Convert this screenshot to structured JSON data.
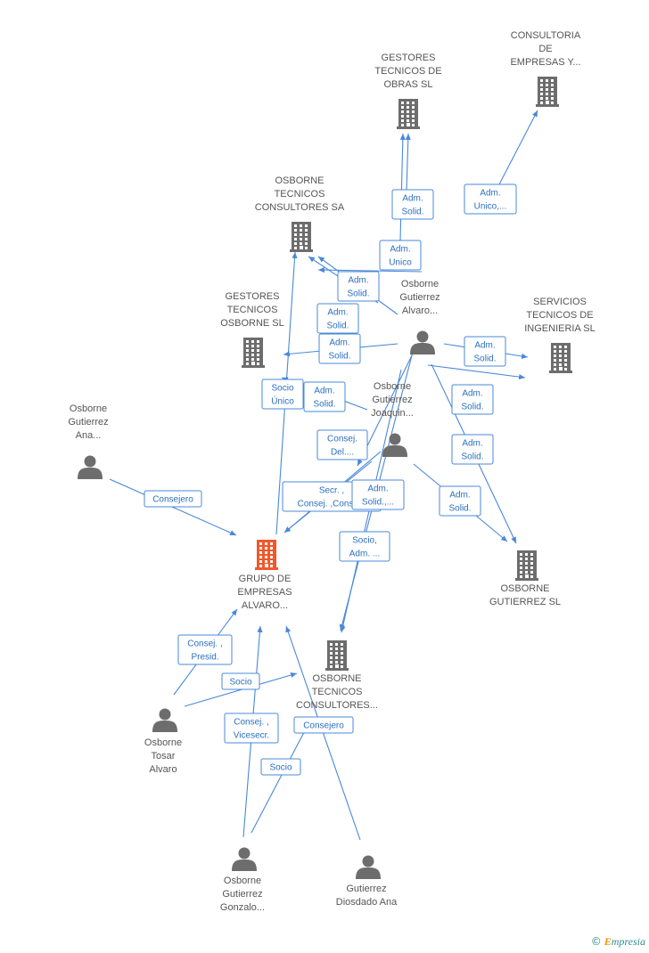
{
  "colors": {
    "edge": "#4a88d8",
    "company": "#6d6d6d",
    "main_company": "#f0582a",
    "person": "#6d6d6d",
    "label": "#555555"
  },
  "icons": {
    "company": "building-icon",
    "person": "person-icon"
  },
  "nodes": [
    {
      "id": "gestores_obras",
      "kind": "company",
      "label": [
        "GESTORES",
        "TECNICOS DE",
        "OBRAS SL"
      ]
    },
    {
      "id": "consultoria",
      "kind": "company",
      "label": [
        "CONSULTORIA",
        "DE",
        "EMPRESAS Y..."
      ]
    },
    {
      "id": "osborne_tec_sa",
      "kind": "company",
      "label": [
        "OSBORNE",
        "TECNICOS",
        "CONSULTORES SA"
      ]
    },
    {
      "id": "gestores_osborne",
      "kind": "company",
      "label": [
        "GESTORES",
        "TECNICOS",
        "OSBORNE SL"
      ]
    },
    {
      "id": "servicios",
      "kind": "company",
      "label": [
        "SERVICIOS",
        "TECNICOS DE",
        "INGENIERIA SL"
      ]
    },
    {
      "id": "alvaro_person",
      "kind": "person",
      "label": [
        "Osborne",
        "Gutierrez",
        "Alvaro..."
      ]
    },
    {
      "id": "joaquin",
      "kind": "person",
      "label": [
        "Osborne",
        "Gutierrez",
        "Joaquin..."
      ]
    },
    {
      "id": "ana",
      "kind": "person",
      "label": [
        "Osborne",
        "Gutierrez",
        "Ana..."
      ]
    },
    {
      "id": "grupo",
      "kind": "main_company",
      "label": [
        "GRUPO DE",
        "EMPRESAS",
        "ALVARO..."
      ]
    },
    {
      "id": "osborne_gut_sl",
      "kind": "company",
      "label": [
        "OSBORNE",
        "GUTIERREZ SL"
      ]
    },
    {
      "id": "osborne_tec_cons",
      "kind": "company",
      "label": [
        "OSBORNE",
        "TECNICOS",
        "CONSULTORES..."
      ]
    },
    {
      "id": "tosar",
      "kind": "person",
      "label": [
        "Osborne",
        "Tosar",
        "Alvaro"
      ]
    },
    {
      "id": "gonzalo",
      "kind": "person",
      "label": [
        "Osborne",
        "Gutierrez",
        "Gonzalo..."
      ]
    },
    {
      "id": "diosdado",
      "kind": "person",
      "label": [
        "Gutierrez",
        "Diosdado Ana"
      ]
    }
  ],
  "edge_labels": [
    [
      "Adm.",
      "Solid."
    ],
    [
      "Adm.",
      "Unico,..."
    ],
    [
      "Adm.",
      "Unico"
    ],
    [
      "Adm.",
      "Solid."
    ],
    [
      "Adm.",
      "Solid."
    ],
    [
      "Adm.",
      "Solid."
    ],
    [
      "Adm.",
      "Solid."
    ],
    [
      "Socio",
      "Único"
    ],
    [
      "Adm.",
      "Solid."
    ],
    [
      "Adm.",
      "Solid."
    ],
    [
      "Consej.",
      "Del...."
    ],
    [
      "Adm.",
      "Solid."
    ],
    [
      "Consejero"
    ],
    [
      "Secr. ,",
      "Consej. ,Conse..."
    ],
    [
      "Adm.",
      "Solid.,..."
    ],
    [
      "Adm.",
      "Solid."
    ],
    [
      "Socio,",
      "Adm. ..."
    ],
    [
      "Consej. ,",
      "Presid."
    ],
    [
      "Socio"
    ],
    [
      "Consej. ,",
      "Vicesecr."
    ],
    [
      "Consejero"
    ],
    [
      "Socio"
    ]
  ],
  "brand": {
    "copyright": "©",
    "name_first": "E",
    "name_rest": "mpresia"
  }
}
